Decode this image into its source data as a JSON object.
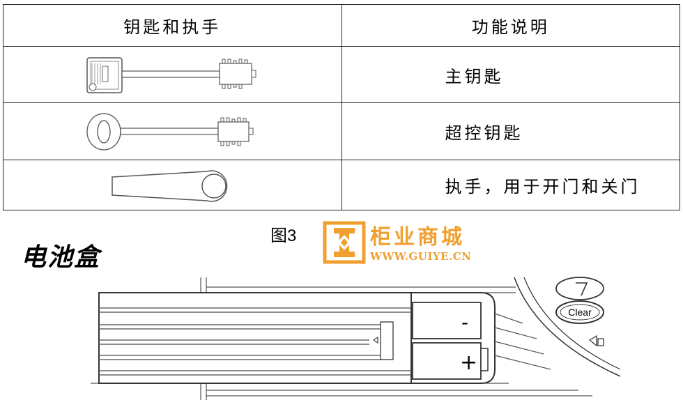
{
  "table": {
    "header_keys": "钥匙和执手",
    "header_function": "功能说明",
    "rows": [
      {
        "icon": "main-key-icon",
        "function": "主钥匙"
      },
      {
        "icon": "override-key-icon",
        "function": "超控钥匙"
      },
      {
        "icon": "handle-icon",
        "function": "执手，用于开门和关门"
      }
    ]
  },
  "figure_caption": "图3",
  "logo": {
    "name": "柜业商城",
    "url": "WWW.GUIYE.CN",
    "color": "#f0a030"
  },
  "section_title": "电池盒",
  "battery": {
    "minus": "-",
    "plus": "+",
    "clear_button": "Clear"
  }
}
